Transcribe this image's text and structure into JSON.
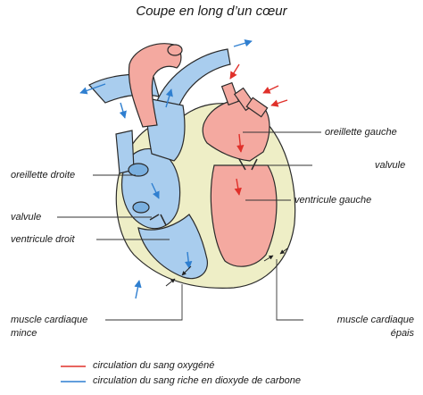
{
  "title": "Coupe en long d’un cœur",
  "labels": {
    "left_atrium": "oreillette gauche",
    "valve_left": "valvule",
    "left_ventricle": "ventricule gauche",
    "right_atrium": "oreillette droite",
    "valve_right": "valvule",
    "right_ventricle": "ventricule droit",
    "thin_muscle_line1": "muscle cardiaque",
    "thin_muscle_line2": "mince",
    "thick_muscle_line1": "muscle cardiaque",
    "thick_muscle_line2": "épais"
  },
  "legend": {
    "oxygenated": "circulation du sang oxygéné",
    "deoxygenated": "circulation du sang riche en dioxyde de carbone"
  },
  "colors": {
    "oxygenated_fill": "#f4a9a0",
    "deoxygenated_fill": "#a9cdee",
    "oxygenated_arrow": "#e0302a",
    "deoxygenated_arrow": "#2f7fd0",
    "muscle_fill": "#eeeec6",
    "outline": "#2a2a2a"
  }
}
